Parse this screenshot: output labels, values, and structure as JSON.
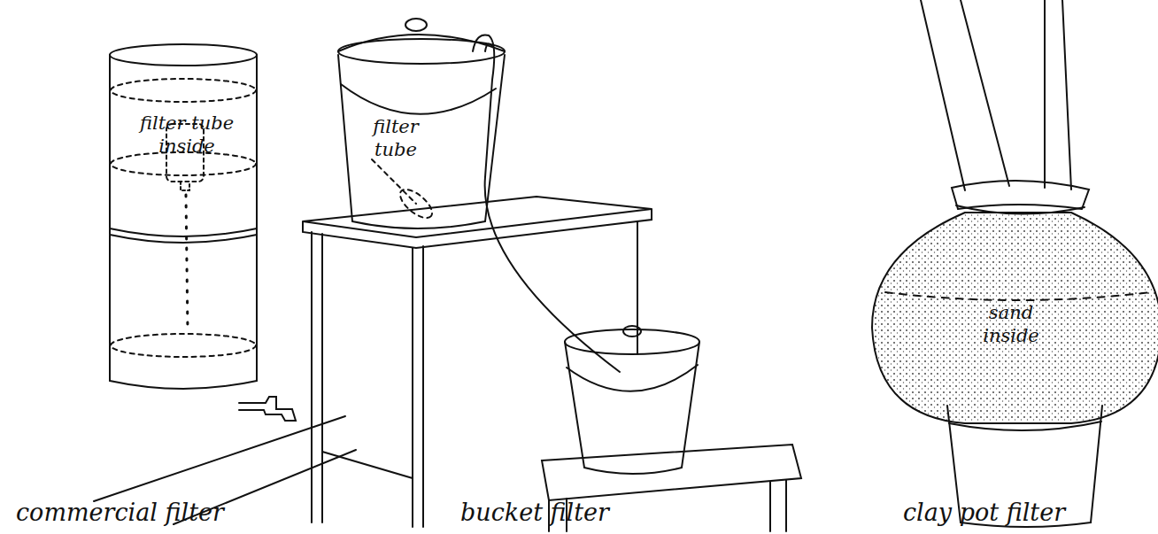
{
  "diagram": {
    "labels": [
      "filter tube inside",
      "filter tube",
      "sand inside",
      "commercial filter",
      "bucket filter",
      "clay pot filter"
    ]
  }
}
